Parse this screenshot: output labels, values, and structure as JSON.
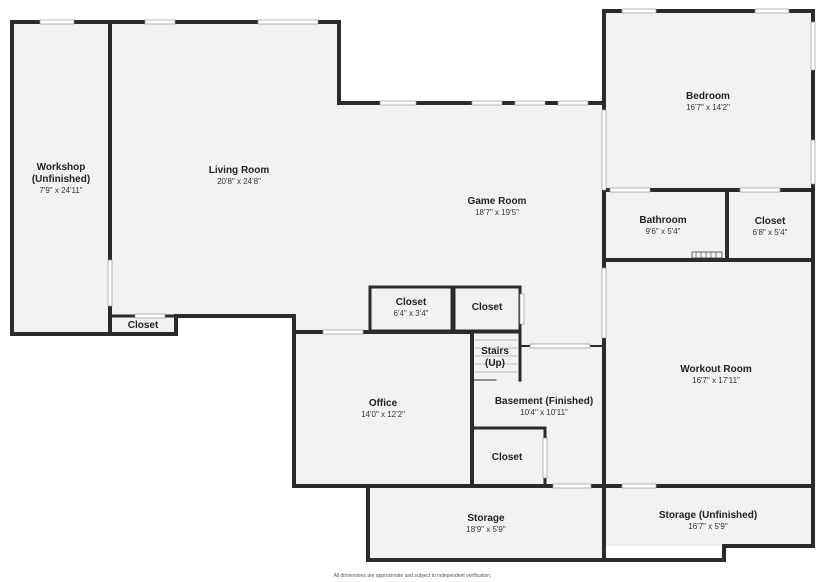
{
  "rooms": {
    "workshop": {
      "name_line1": "Workshop",
      "name_line2": "(Unfinished)",
      "dim": "7'9\" x 24'11\""
    },
    "living": {
      "name": "Living Room",
      "dim": "20'8\" x 24'8\""
    },
    "game": {
      "name": "Game Room",
      "dim": "18'7\" x 19'5\""
    },
    "bedroom": {
      "name": "Bedroom",
      "dim": "16'7\" x 14'2\""
    },
    "bathroom": {
      "name": "Bathroom",
      "dim": "9'6\" x 5'4\""
    },
    "closet_bed": {
      "name": "Closet",
      "dim": "6'8\" x 5'4\""
    },
    "closet_workshop": {
      "name": "Closet"
    },
    "closet_game1": {
      "name": "Closet",
      "dim": "6'4\" x 3'4\""
    },
    "closet_game2": {
      "name": "Closet"
    },
    "stairs": {
      "name_line1": "Stairs",
      "name_line2": "(Up)"
    },
    "office": {
      "name": "Office",
      "dim": "14'0\" x 12'2\""
    },
    "basement": {
      "name": "Basement (Finished)",
      "dim": "10'4\" x 10'11\""
    },
    "closet_basement": {
      "name": "Closet"
    },
    "workout": {
      "name": "Workout Room",
      "dim": "16'7\" x 17'11\""
    },
    "storage": {
      "name": "Storage",
      "dim": "18'9\" x 5'9\""
    },
    "storage_unf": {
      "name": "Storage (Unfinished)",
      "dim": "16'7\" x 5'9\""
    }
  },
  "footer": "All dimensions are approximate and subject to independent verification.",
  "colors": {
    "floor": "#f2f2f2",
    "wall": "#2b2b2b",
    "window": "#ffffff"
  }
}
